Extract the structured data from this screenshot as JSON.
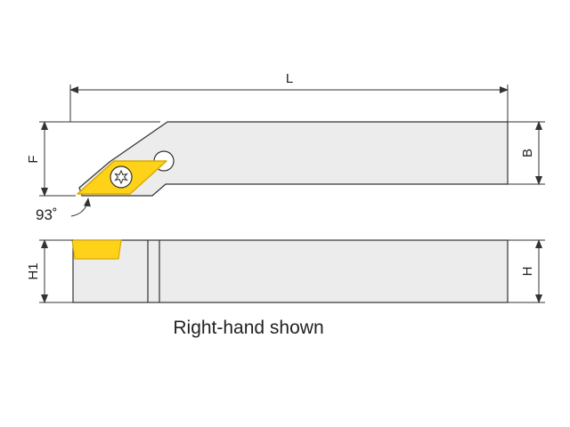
{
  "dimensions": {
    "length": "L",
    "offset": "F",
    "width": "B",
    "insert_height": "H1",
    "height": "H",
    "approach_angle": "93˚"
  },
  "caption": "Right-hand shown",
  "colors": {
    "body_fill": "#ececec",
    "outline": "#333333",
    "insert_fill": "#ffd21a",
    "insert_edge": "#d8a800",
    "dimension_line": "#333333"
  },
  "icons": {
    "insert_screw": "torx-screw-icon",
    "angle_arrow": "curved-arrow-icon"
  }
}
